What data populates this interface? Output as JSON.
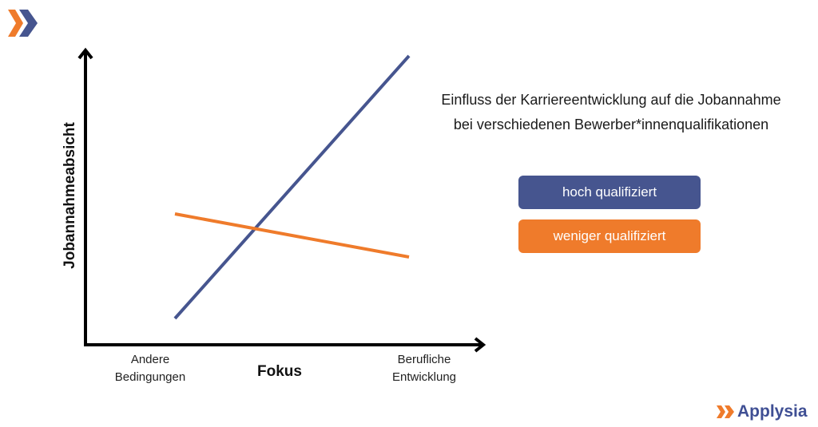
{
  "colors": {
    "high": "#46558f",
    "low": "#ef7b2b",
    "axis": "#000000",
    "brand_blue": "#3f4f94",
    "brand_orange": "#ef7b2b"
  },
  "logo": {
    "icon": "double-chevron-icon"
  },
  "brand": {
    "name": "Applysia",
    "icon": "double-chevron-icon"
  },
  "title": "Einfluss der Karriereentwicklung auf die Jobannahme bei verschiedenen Bewerber*innenqualifikationen",
  "legend": [
    {
      "label": "hoch qualifiziert",
      "color": "#46558f"
    },
    {
      "label": "weniger qualifiziert",
      "color": "#ef7b2b"
    }
  ],
  "axes": {
    "ylabel": "Jobannahmeabsicht",
    "xlabel": "Fokus",
    "xticks": [
      "Andere\nBedingungen",
      "Berufliche\nEntwicklung"
    ]
  },
  "chart_data": {
    "type": "line",
    "title": "Einfluss der Karriereentwicklung auf die Jobannahme bei verschiedenen Bewerber*innenqualifikationen",
    "xlabel": "Fokus",
    "ylabel": "Jobannahmeabsicht",
    "categories": [
      "Andere Bedingungen",
      "Berufliche Entwicklung"
    ],
    "series": [
      {
        "name": "hoch qualifiziert",
        "color": "#46558f",
        "values": [
          9,
          100
        ]
      },
      {
        "name": "weniger qualifiziert",
        "color": "#ef7b2b",
        "values": [
          45,
          30
        ]
      }
    ],
    "ylim": [
      0,
      100
    ],
    "grid": false,
    "legend_position": "right",
    "note": "Qualitative interaction plot without numeric tick labels; values are relative positions (0 = x-axis, 100 = top of blue line)."
  }
}
